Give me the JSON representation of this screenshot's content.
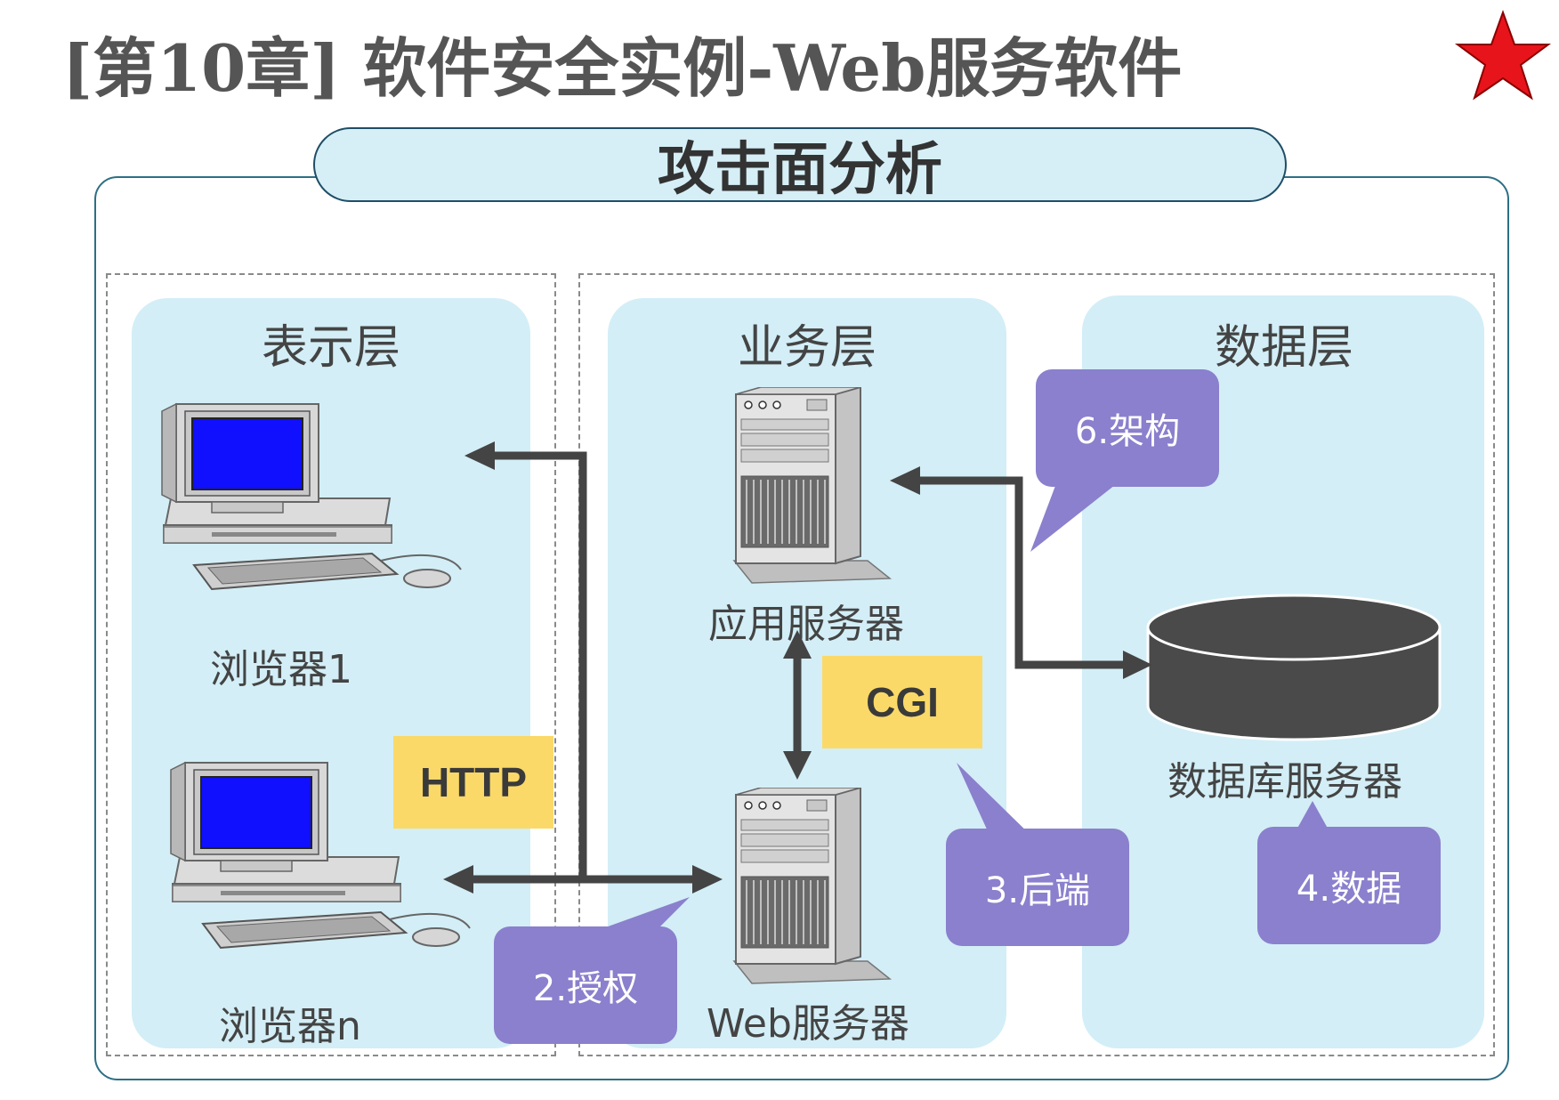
{
  "slide": {
    "title": "[第10章] 软件安全实例-Web服务软件",
    "section_title": "攻击面分析"
  },
  "layers": {
    "presentation": {
      "title": "表示层"
    },
    "business": {
      "title": "业务层"
    },
    "data": {
      "title": "数据层"
    }
  },
  "nodes": {
    "browser_1": "浏览器1",
    "browser_n": "浏览器n",
    "app_server": "应用服务器",
    "web_server": "Web服务器",
    "db_server": "数据库服务器"
  },
  "protocols": {
    "http": "HTTP",
    "cgi": "CGI"
  },
  "callouts": {
    "architecture": "6.架构",
    "authorization": "2.授权",
    "backend": "3.后端",
    "data": "4.数据"
  },
  "colors": {
    "layer_fill": "#d3eef6",
    "callout_fill": "#8a80cd",
    "protocol_fill": "#fbd968",
    "arrow": "#444444",
    "star": "#e8141b"
  }
}
